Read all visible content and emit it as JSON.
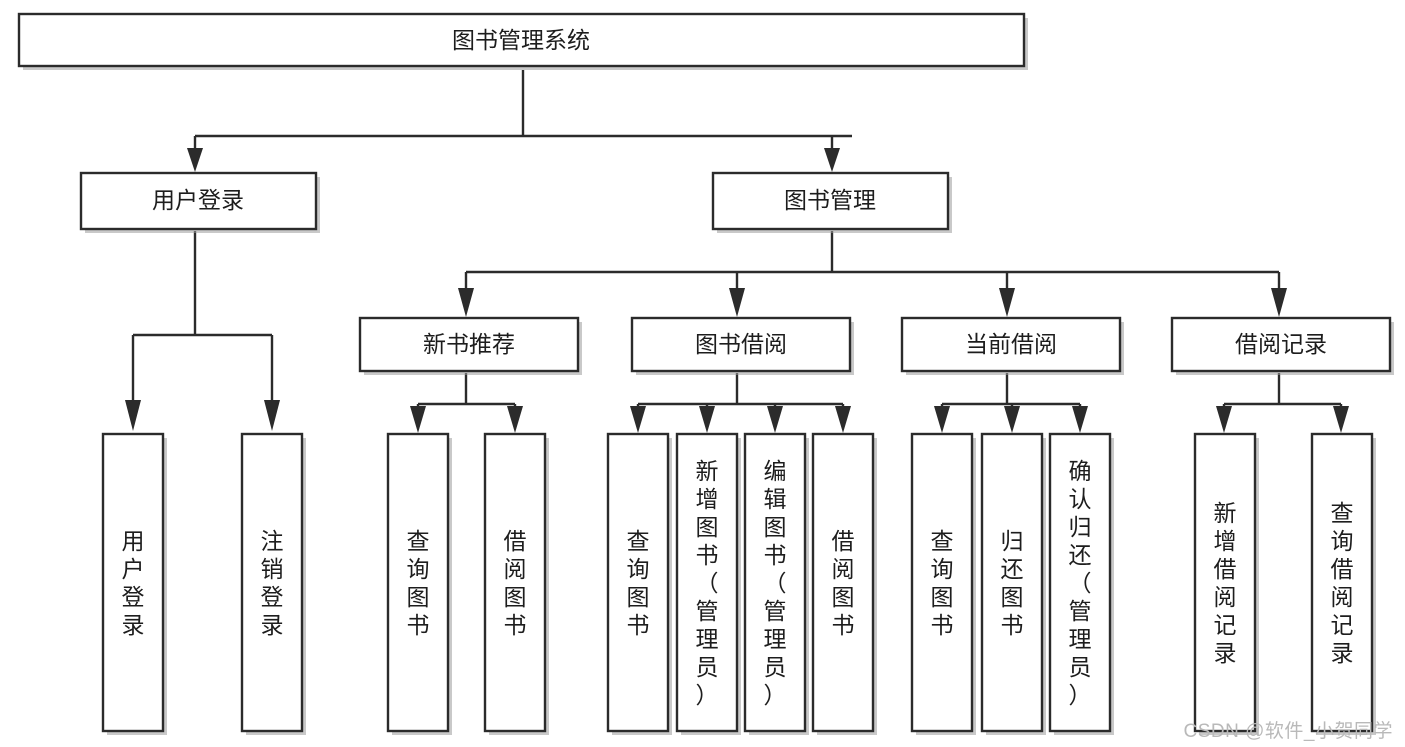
{
  "diagram": {
    "title": "图书管理系统",
    "type": "tree",
    "watermark": "CSDN @软件_小贺同学",
    "accent_color": "#2b2b2b",
    "background_color": "#ffffff",
    "levels": 4,
    "root": {
      "id": "root",
      "label": "图书管理系统"
    },
    "level2": [
      {
        "id": "user-login",
        "label": "用户登录"
      },
      {
        "id": "book-manage",
        "label": "图书管理"
      }
    ],
    "level3": [
      {
        "id": "new-book-rec",
        "label": "新书推荐",
        "parent": "book-manage"
      },
      {
        "id": "book-borrow",
        "label": "图书借阅",
        "parent": "book-manage"
      },
      {
        "id": "current-borrow",
        "label": "当前借阅",
        "parent": "book-manage"
      },
      {
        "id": "borrow-record",
        "label": "借阅记录",
        "parent": "book-manage"
      }
    ],
    "leaves": {
      "user_login": [
        {
          "id": "leaf-user-login",
          "label": "用户登录"
        },
        {
          "id": "leaf-logout",
          "label": "注销登录"
        }
      ],
      "new_book_rec": [
        {
          "id": "leaf-query-book-1",
          "label": "查询图书"
        },
        {
          "id": "leaf-borrow-book-1",
          "label": "借阅图书"
        }
      ],
      "book_borrow": [
        {
          "id": "leaf-query-book-2",
          "label": "查询图书"
        },
        {
          "id": "leaf-add-book",
          "label": "新增图书（管理员）"
        },
        {
          "id": "leaf-edit-book",
          "label": "编辑图书（管理员）"
        },
        {
          "id": "leaf-borrow-book-2",
          "label": "借阅图书"
        }
      ],
      "current_borrow": [
        {
          "id": "leaf-query-book-3",
          "label": "查询图书"
        },
        {
          "id": "leaf-return-book",
          "label": "归还图书"
        },
        {
          "id": "leaf-confirm-return",
          "label": "确认归还（管理员）"
        }
      ],
      "borrow_record": [
        {
          "id": "leaf-add-record",
          "label": "新增借阅记录"
        },
        {
          "id": "leaf-query-record",
          "label": "查询借阅记录"
        }
      ]
    }
  }
}
